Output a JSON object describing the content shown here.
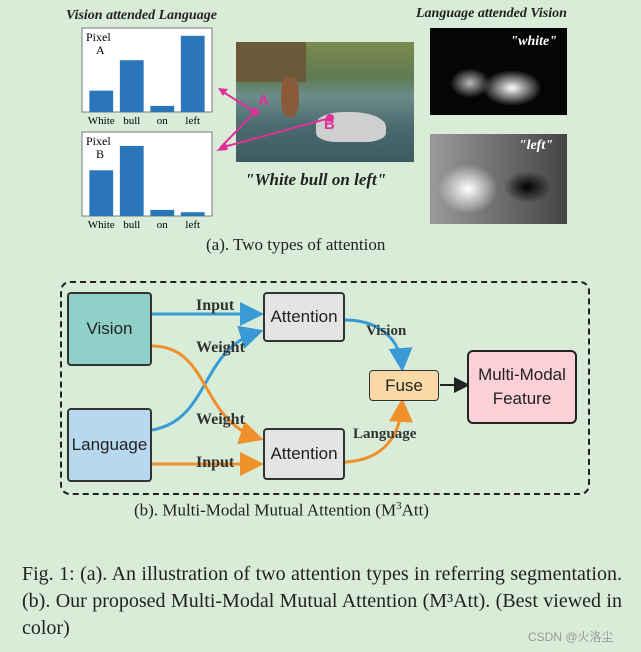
{
  "figure": {
    "panel_a": {
      "left_title": "Vision attended Language",
      "right_title": "Language attended Vision",
      "sentence": "\"White bull on left\"",
      "caption": "(a). Two types of attention",
      "marker_a": "A",
      "marker_b": "B",
      "att_word_1": "\"white\"",
      "att_word_2": "\"left\""
    },
    "panel_b": {
      "vision": "Vision",
      "language": "Language",
      "attention_top": "Attention",
      "attention_bottom": "Attention",
      "fuse": "Fuse",
      "output": "Multi-Modal Feature",
      "input_top": "Input",
      "weight_top": "Weight",
      "weight_bottom": "Weight",
      "input_bottom": "Input",
      "vision_flow": "Vision",
      "language_flow": "Language",
      "caption_pre": "(b). Multi-Modal Mutual Attention (M",
      "caption_sup": "3",
      "caption_post": "Att)"
    },
    "fig_caption": "Fig. 1: (a). An illustration of two attention types in referring segmentation. (b). Our proposed Multi-Modal Mutual Attention (M³Att). (Best viewed in color)",
    "watermark": "CSDN @火洛尘"
  },
  "colors": {
    "vision_box": "#8fd0c8",
    "language_box": "#b8d8f0",
    "attention_box": "#e4e4e4",
    "fuse_box": "#fbd9a6",
    "output_box": "#fbd0d6",
    "blue_arrow": "#3a9ad6",
    "orange_arrow": "#f0902a",
    "bar": "#2a76b8",
    "marker": "#e0309a"
  },
  "chart_data": [
    {
      "type": "bar",
      "title": "Pixel A",
      "categories": [
        "White",
        "bull",
        "on",
        "left"
      ],
      "values": [
        0.28,
        0.68,
        0.08,
        1.0
      ],
      "ylim": [
        0,
        1.05
      ]
    },
    {
      "type": "bar",
      "title": "Pixel B",
      "categories": [
        "White",
        "bull",
        "on",
        "left"
      ],
      "values": [
        0.6,
        0.92,
        0.08,
        0.05
      ],
      "ylim": [
        0,
        1.05
      ]
    }
  ]
}
